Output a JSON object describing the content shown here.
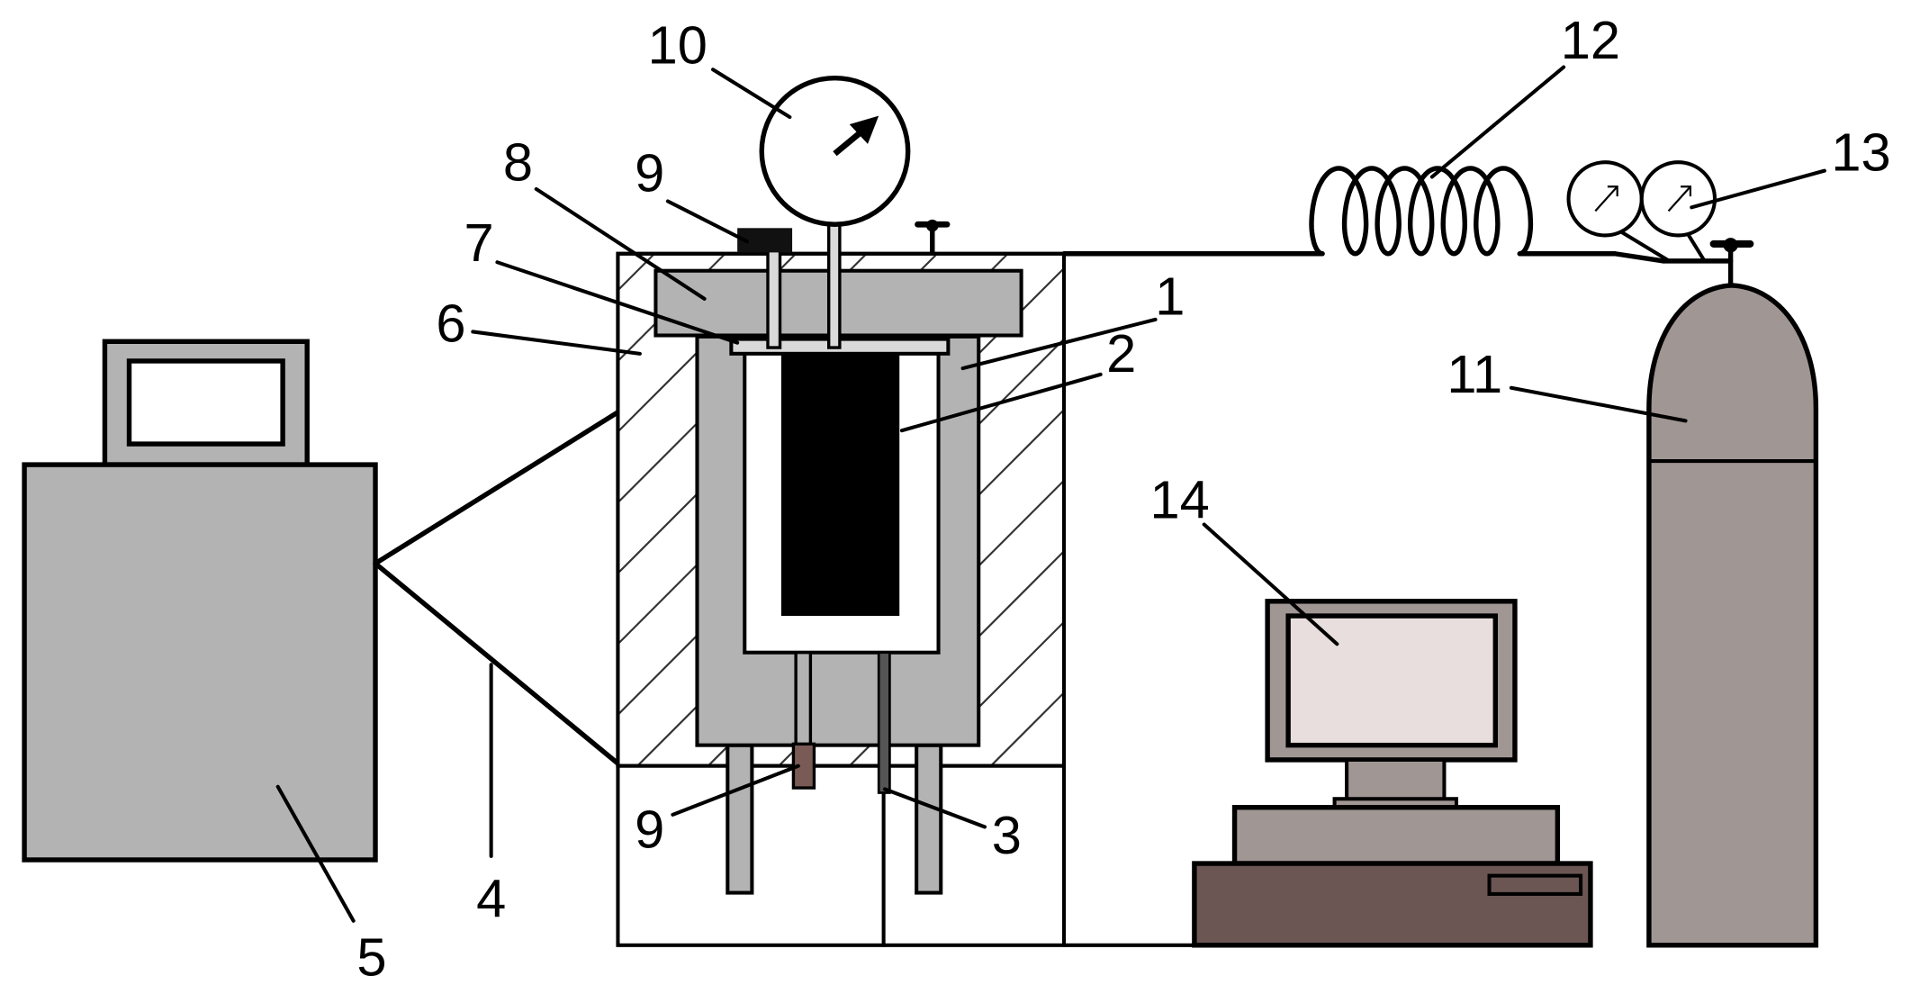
{
  "callouts": [
    {
      "label": "10"
    },
    {
      "label": "12"
    },
    {
      "label": "13"
    },
    {
      "label": "8"
    },
    {
      "label": "9"
    },
    {
      "label": "7"
    },
    {
      "label": "6"
    },
    {
      "label": "1"
    },
    {
      "label": "2"
    },
    {
      "label": "11"
    },
    {
      "label": "14"
    },
    {
      "label": "9"
    },
    {
      "label": "3"
    },
    {
      "label": "4"
    },
    {
      "label": "5"
    }
  ],
  "colors": {
    "device_gray": "#b3b3b3",
    "light_gray": "#d9d9d9",
    "mauve": "#a09694",
    "dark_mauve": "#6b5654",
    "screen_pink": "#e8dedd",
    "sensor_brown": "#7a5a55",
    "white": "#ffffff"
  }
}
